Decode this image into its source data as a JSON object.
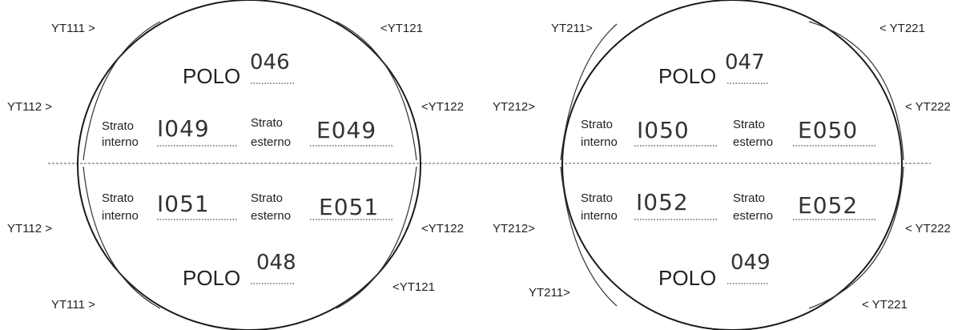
{
  "left_assembly": {
    "top": {
      "polo_label": "POLO",
      "polo_value": "046",
      "inner_label_1": "Strato",
      "inner_label_2": "interno",
      "inner_value": "I049",
      "outer_label_1": "Strato",
      "outer_label_2": "esterno",
      "outer_value": "E049"
    },
    "bottom": {
      "polo_label": "POLO",
      "polo_value": "048",
      "inner_label_1": "Strato",
      "inner_label_2": "interno",
      "inner_value": "I051",
      "outer_label_1": "Strato",
      "outer_label_2": "esterno",
      "outer_value": "E051"
    },
    "labels": {
      "top_left": "YT111 >",
      "upper_left": "YT112 >",
      "lower_left": "YT112 >",
      "bottom_left": "YT111 >",
      "top_right": "<YT121",
      "upper_right": "<YT122",
      "lower_right": "<YT122",
      "bottom_right": "<YT121"
    }
  },
  "right_assembly": {
    "top": {
      "polo_label": "POLO",
      "polo_value": "047",
      "inner_label_1": "Strato",
      "inner_label_2": "interno",
      "inner_value": "I050",
      "outer_label_1": "Strato",
      "outer_label_2": "esterno",
      "outer_value": "E050"
    },
    "bottom": {
      "polo_label": "POLO",
      "polo_value": "049",
      "inner_label_1": "Strato",
      "inner_label_2": "interno",
      "inner_value": "I052",
      "outer_label_1": "Strato",
      "outer_label_2": "esterno",
      "outer_value": "E052"
    },
    "labels": {
      "top_left": "YT211>",
      "upper_left": "YT212>",
      "lower_left": "YT212>",
      "bottom_left": "YT211>",
      "top_right": "< YT221",
      "upper_right": "< YT222",
      "lower_right": "< YT222",
      "bottom_right": "< YT221"
    }
  }
}
